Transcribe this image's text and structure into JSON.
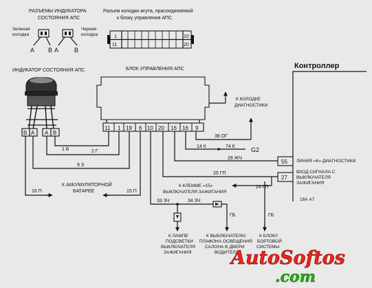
{
  "headers": {
    "indicator_connectors_line1": "РАЗЪЕМЫ ИНДИКАТОРА",
    "indicator_connectors_line2": "СОСТОЯНИЯ АПС",
    "harness_line1": "Разъем колодки жгута, присоединяемой",
    "harness_line2": "к блоку управления АПС"
  },
  "connector_labels": {
    "green_line1": "Зеленая",
    "green_line2": "колодка",
    "black_line1": "Черная",
    "black_line2": "колодка",
    "pin_a": "А",
    "pin_b": "В"
  },
  "harness_pins": {
    "top_left": "1",
    "top_right": "10",
    "bottom_left": "11",
    "bottom_right": "20"
  },
  "indicator_label": "ИНДИКАТОР СОСТОЯНИЯ АПС",
  "control_unit_label": "БЛОК УПРАВЛЕНИЯ АПС",
  "controller_label": "Контроллер",
  "unit_pins": [
    "11",
    "1",
    "19",
    "6",
    "10",
    "20",
    "16",
    "16",
    "9"
  ],
  "indicator_pins": [
    "В",
    "А",
    "А",
    "В"
  ],
  "wires": {
    "w_1b": "1 Б",
    "w_2g": "2 Г",
    "w_93": "9 З",
    "w_16p_left": "16 П",
    "w_15p": "15 П",
    "w_38og": "38 ОГ",
    "w_14k": "14 К",
    "w_74k": "74 К",
    "w_28zh": "28 ЖЧ",
    "w_25gp": "25 ГП",
    "w_24gp": "24 ГП",
    "w_33zch": "33 ЗЧ",
    "w_34zch": "34 ЗЧ",
    "w_gb1": "ГБ",
    "w_gb2": "ГБ"
  },
  "g2_label": "G2",
  "controller_pins": {
    "p55": "55",
    "p27": "27"
  },
  "annotations": {
    "diag_line1": "К КОЛОДКЕ",
    "diag_line2": "ДИАГНОСТИКИ",
    "battery_line1": "К АККУМУЛЯТОРНОЙ",
    "battery_line2": "БАТАРЕЕ",
    "terminal15_line1": "К КЛЕММЕ «15»",
    "terminal15_line2": "ВЫКЛЮЧАТЕЛЯ ЗАЖИГАНИЯ",
    "k_line": "ЛИНИЯ «К»-ДИАГНОСТИКИ",
    "ignition_in_line1": "ВХОД СИГНАЛА С",
    "ignition_in_line2": "ВЫКЛЮЧАТЕЛЯ",
    "ignition_in_line3": "ЗАЖИГАНИЯ",
    "lamp_line1": "К ЛАМПЕ",
    "lamp_line2": "ПОДСВЕТКИ",
    "lamp_line3": "ВЫКЛЮЧАТЕЛЯ",
    "lamp_line4": "ЗАЖИГАНИЯ",
    "dome_line1": "К ВЫКЛЮЧАТЕЛЮ",
    "dome_line2": "ПЛАФОНА ОСВЕЩЕНИЯ",
    "dome_line3": "САЛОНА В ДВЕРИ",
    "dome_line4": "ВОДИТЕЛЯ",
    "onboard_line1": "К БЛОКУ",
    "onboard_line2": "БОРТОВОЙ",
    "onboard_line3": "СИСТЕМЫ"
  },
  "figure_code": "18А А7",
  "watermark": {
    "main": "AutoSoftos",
    "sub": ".com"
  }
}
